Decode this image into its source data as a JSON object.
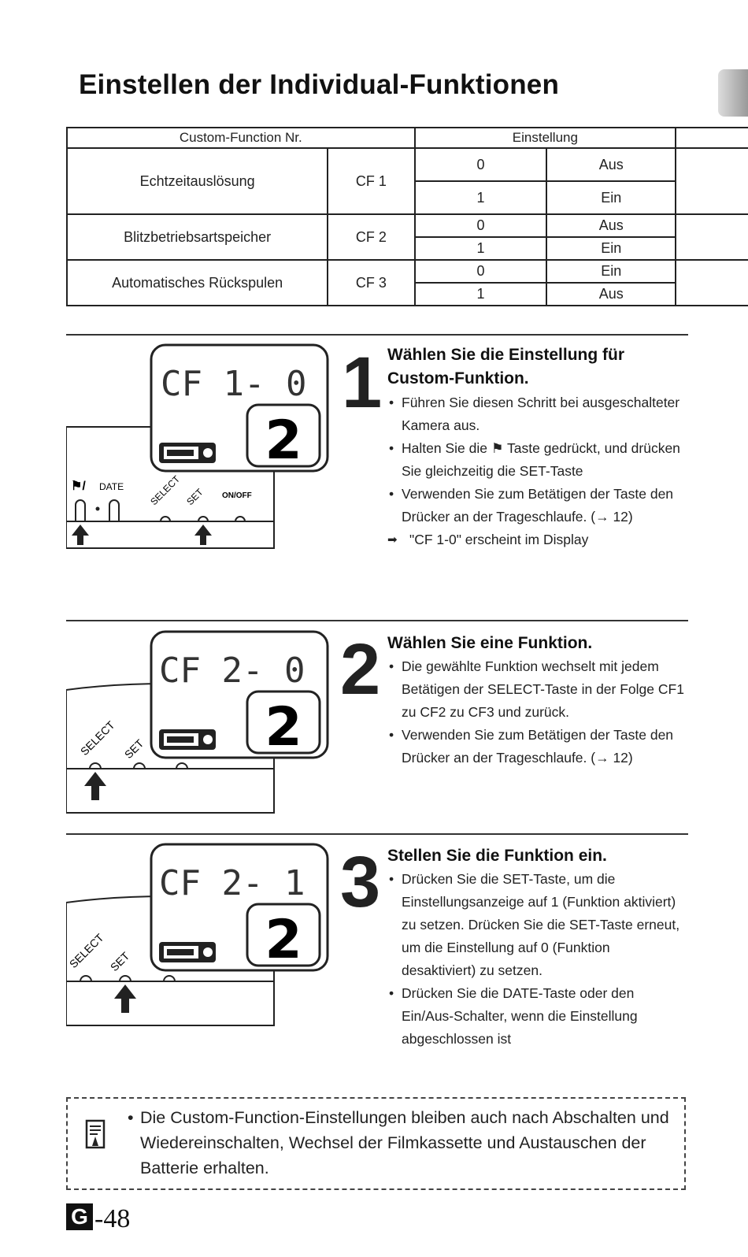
{
  "page": {
    "title": "Einstellen der Individual-Funktionen",
    "page_letter": "G",
    "page_number": "-48"
  },
  "table": {
    "header_left": "Custom-Function Nr.",
    "header_right": "Einstellung",
    "rows": [
      {
        "name": "Echtzeitauslösung",
        "code": "CF 1",
        "opts": [
          {
            "v": "0",
            "l": "Aus"
          },
          {
            "v": "1",
            "l": "Ein"
          }
        ]
      },
      {
        "name": "Blitzbetriebsartspeicher",
        "code": "CF 2",
        "opts": [
          {
            "v": "0",
            "l": "Aus"
          },
          {
            "v": "1",
            "l": "Ein"
          }
        ]
      },
      {
        "name": "Automatisches Rückspulen",
        "code": "CF 3",
        "opts": [
          {
            "v": "0",
            "l": "Ein"
          },
          {
            "v": "1",
            "l": "Aus"
          }
        ]
      }
    ]
  },
  "steps": [
    {
      "number": "1",
      "heading_1": "Wählen Sie die Einstellung für",
      "heading_2": "Custom-Funktion.",
      "bullets": [
        "Führen Sie diesen Schritt bei ausgeschalteter Kamera aus.",
        "Halten Sie die ⚑ Taste gedrückt, und drücken Sie gleichzeitig die SET-Taste",
        "Verwenden Sie zum Betätigen der Taste den Drücker an der Trageschlaufe. (→ 12)"
      ],
      "result": "\"CF 1-0\" erscheint im Display",
      "lcd_text": "CF 1- 0",
      "lcd_counter": "2",
      "labels": {
        "flag": "⚑/",
        "date": "DATE",
        "select": "SELECT",
        "set": "SET",
        "onoff": "ON/OFF"
      }
    },
    {
      "number": "2",
      "heading_1": "Wählen Sie eine Funktion.",
      "bullets": [
        "Die gewählte Funktion wechselt mit jedem Betätigen der SELECT-Taste in der Folge CF1 zu CF2 zu CF3 und zurück.",
        "Verwenden Sie zum Betätigen der Taste den Drücker an der Trageschlaufe. (→ 12)"
      ],
      "lcd_text": "CF 2- 0",
      "lcd_counter": "2",
      "labels": {
        "select": "SELECT",
        "set": "SET"
      }
    },
    {
      "number": "3",
      "heading_1": "Stellen Sie die Funktion ein.",
      "bullets": [
        "Drücken Sie die SET-Taste, um die Einstellungsanzeige auf 1 (Funktion aktiviert) zu setzen. Drücken Sie die SET-Taste erneut, um die Einstellung auf 0 (Funktion desaktiviert) zu setzen.",
        "Drücken Sie die DATE-Taste oder den Ein/Aus-Schalter, wenn die Einstellung abgeschlossen ist"
      ],
      "lcd_text": "CF 2- 1",
      "lcd_counter": "2",
      "labels": {
        "select": "SELECT",
        "set": "SET"
      }
    }
  ],
  "note": {
    "text": "Die Custom-Function-Einstellungen bleiben auch nach Abschalten und Wiedereinschalten, Wechsel der Filmkassette und Austauschen der Batterie erhalten.",
    "icon": "note-memo-icon"
  }
}
